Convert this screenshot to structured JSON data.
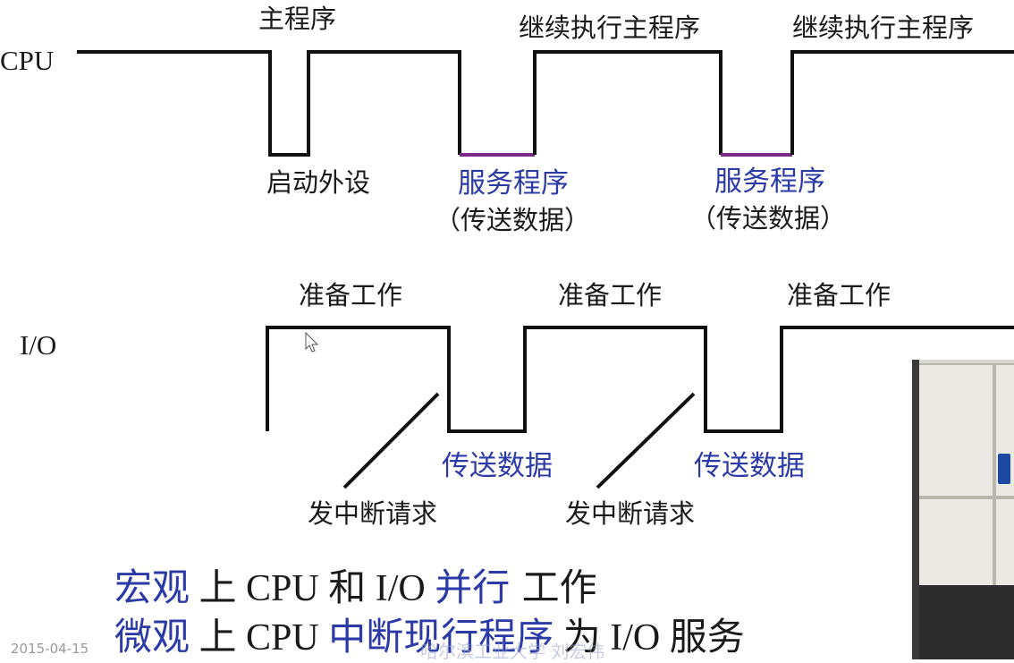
{
  "cpu": {
    "label": "CPU",
    "main_program": "主程序",
    "continue_1": "继续执行主程序",
    "continue_2": "继续执行主程序",
    "start_device": "启动外设",
    "service_1": "服务程序",
    "transfer_paren_1": "（传送数据）",
    "service_2": "服务程序",
    "transfer_paren_2": "（传送数据）"
  },
  "io": {
    "label": "I/O",
    "prepare_1": "准备工作",
    "prepare_2": "准备工作",
    "prepare_3": "准备工作",
    "transfer_1": "传送数据",
    "transfer_2": "传送数据",
    "interrupt_1": "发中断请求",
    "interrupt_2": "发中断请求"
  },
  "summary": {
    "line1": {
      "a": "宏观",
      "b": " 上 CPU 和 I/O ",
      "c": "并行",
      "d": " 工作"
    },
    "line2": {
      "a": "微观",
      "b": " 上 CPU ",
      "c": "中断现行程序",
      "d": " 为 I/O 服务"
    }
  },
  "footer": {
    "date": "2015-04-15",
    "watermark": "哈尔滨工业大学 刘宏伟"
  },
  "colors": {
    "line": "#111111",
    "service_segment": "#7a2a84",
    "blue_text": "#2b3aa6"
  }
}
